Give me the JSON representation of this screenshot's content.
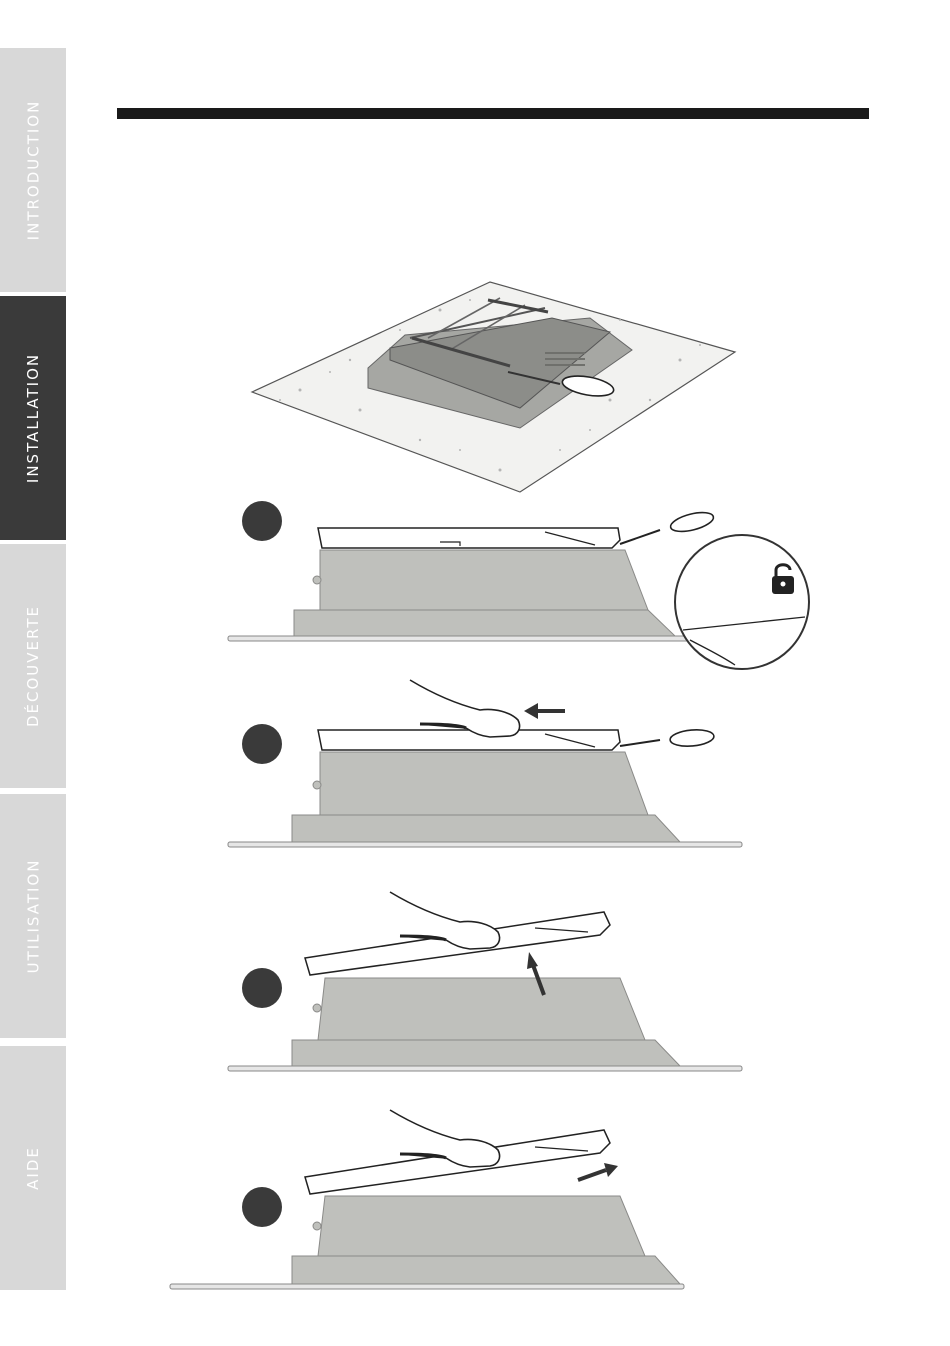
{
  "tabs": [
    {
      "label": "INTRODUCTION",
      "active": false
    },
    {
      "label": "INSTALLATION",
      "active": true
    },
    {
      "label": "DÉCOUVERTE",
      "active": false
    },
    {
      "label": "UTILISATION",
      "active": false
    },
    {
      "label": "AIDE",
      "active": false
    }
  ],
  "icons": {
    "screwdriver": "screwdriver-icon",
    "hand": "hand-icon",
    "arrow": "arrow-icon",
    "unlock": "unlock-icon"
  },
  "colors": {
    "tab_inactive": "#d8d8d8",
    "tab_active": "#3a3a3a",
    "header_bar": "#1a1a1a",
    "appliance": "#bfc0bc",
    "step_marker": "#3a3a3a"
  }
}
